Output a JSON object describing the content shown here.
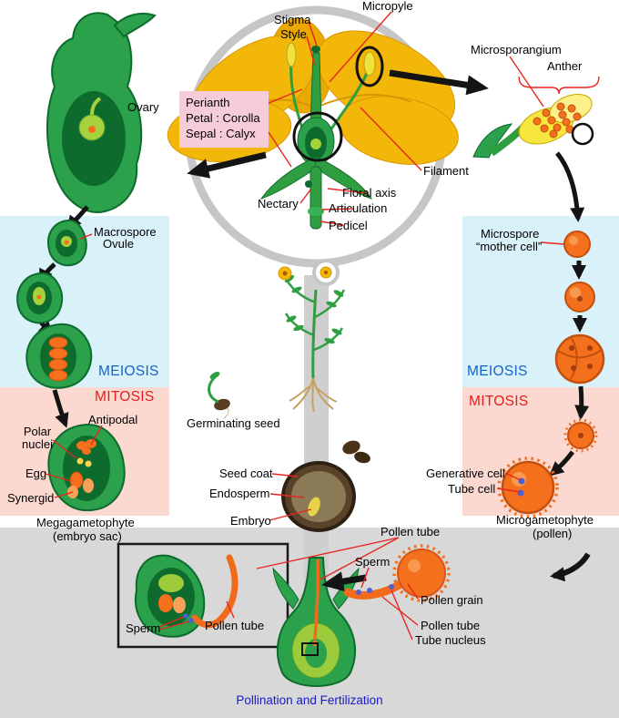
{
  "colors": {
    "background_blue": "#d9f1f9",
    "background_pink": "#fbd9d0",
    "background_gray": "#d8d8d8",
    "magnifier_gray": "#c6c6c6",
    "petal_yellow": "#f3b70a",
    "plant_green": "#2aa14a",
    "dark_green": "#0d6b2e",
    "pollen_orange": "#f4701d",
    "leader_red": "#e8251f",
    "meiosis_blue": "#1464c8",
    "mitosis_red": "#e41e1e",
    "caption_blue": "#1a1acc",
    "perianth_box_pink": "#f7ccd9"
  },
  "flower_labels": {
    "micropyle": "Micropyle",
    "stigma": "Stigma",
    "style": "Style",
    "microsporangium": "Microsporangium",
    "anther": "Anther",
    "ovary": "Ovary",
    "perianth": "Perianth",
    "petal_corolla": "Petal : Corolla",
    "sepal_calyx": "Sepal : Calyx",
    "filament": "Filament",
    "nectary": "Nectary",
    "floral_axis": "Floral axis",
    "articulation": "Articulation",
    "pedicel": "Pedicel"
  },
  "female_path": {
    "macrospore": "Macrospore",
    "ovule": "Ovule",
    "meiosis": "MEIOSIS",
    "mitosis": "MITOSIS",
    "antipodal": "Antipodal",
    "polar_nuclei": "Polar\nnuclei",
    "egg": "Egg",
    "synergid": "Synergid",
    "megagametophyte": "Megagametophyte",
    "embryo_sac": "(embryo sac)"
  },
  "male_path": {
    "microspore": "Microspore",
    "mother_cell": "“mother cell”",
    "meiosis": "MEIOSIS",
    "mitosis": "MITOSIS",
    "generative_cell": "Generative cell",
    "tube_cell": "Tube cell",
    "microgametophyte": "Microgametophyte",
    "pollen": "(pollen)"
  },
  "center_labels": {
    "germinating_seed": "Germinating seed",
    "seed_coat": "Seed coat",
    "endosperm": "Endosperm",
    "embryo": "Embryo",
    "pollen_tube": "Pollen tube",
    "sperm": "Sperm",
    "pollen_grain": "Pollen grain",
    "pollen_tube_right": "Pollen tube",
    "tube_nucleus": "Tube nucleus"
  },
  "inset_labels": {
    "sperm": "Sperm",
    "pollen_tube": "Pollen tube"
  },
  "caption": "Pollination and Fertilization"
}
